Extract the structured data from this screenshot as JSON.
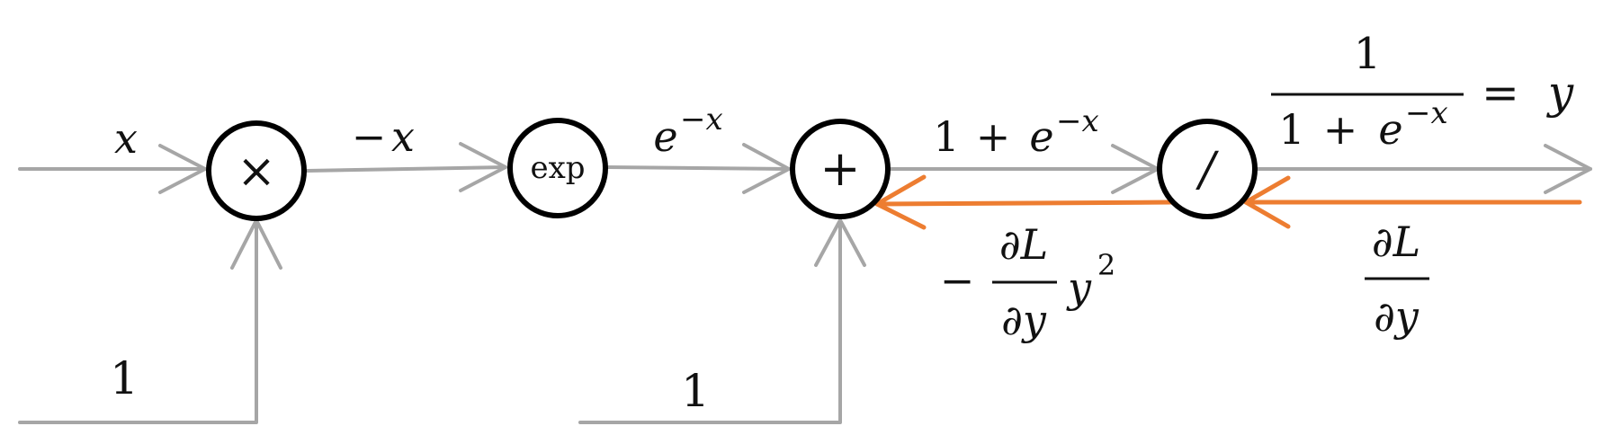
{
  "nodes": {
    "multiply": "×",
    "exp": "exp",
    "add": "+",
    "divide": "/"
  },
  "forward_labels": {
    "x": "x",
    "neg_x_minus": "−",
    "neg_x_var": "x",
    "exp_base": "e",
    "exp_power": "−x",
    "sum_one": "1",
    "sum_plus": "+",
    "sum_base": "e",
    "sum_power": "−x",
    "const_one_left": "1",
    "const_one_right": "1"
  },
  "output_label": {
    "numerator": "1",
    "denom_one": "1",
    "denom_plus": "+",
    "denom_base": "e",
    "denom_power": "−x",
    "equals": "=",
    "y": "y"
  },
  "gradient_labels": {
    "upstream_numerator": "∂L",
    "upstream_denominator": "∂y",
    "local_minus": "−",
    "local_numerator": "∂L",
    "local_denominator": "∂y",
    "local_y": "y",
    "local_power": "2"
  },
  "colors": {
    "forward_edge": "#a6a6a6",
    "backward_edge": "#ed7d31",
    "node_border": "#000000"
  }
}
